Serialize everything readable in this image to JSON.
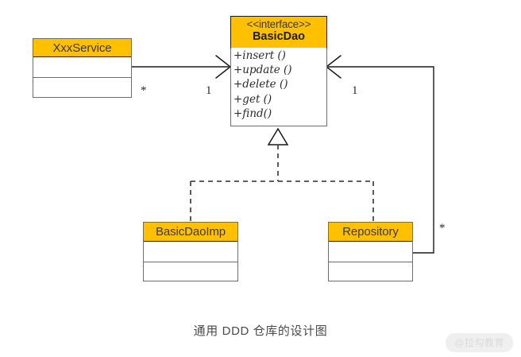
{
  "diagram": {
    "type": "uml-class-diagram",
    "caption": "通用 DDD 仓库的设计图",
    "watermark": "@拉勾教育",
    "colors": {
      "header_fill": "#ffc000",
      "box_fill": "#ffffff",
      "box_stroke": "#6e6e6e",
      "header_stroke": "#1a1a1a",
      "line": "#1a1a1a",
      "caption_text": "#4a4a4a",
      "watermark_bg": "#efefef",
      "watermark_text": "#dadada"
    },
    "classes": [
      {
        "id": "xxx-service",
        "name": "XxxService",
        "stereotype": "",
        "kind": "class",
        "attributes": [],
        "methods": [],
        "empty_compartments": 2
      },
      {
        "id": "basic-dao",
        "name": "BasicDao",
        "stereotype": "<<interface>>",
        "kind": "interface",
        "attributes": [],
        "methods": [
          "+insert ()",
          "+update ()",
          "+delete ()",
          "+get ()",
          "+find()"
        ],
        "empty_compartments": 0
      },
      {
        "id": "basic-dao-imp",
        "name": "BasicDaoImp",
        "stereotype": "",
        "kind": "class",
        "attributes": [],
        "methods": [],
        "empty_compartments": 2
      },
      {
        "id": "repository",
        "name": "Repository",
        "stereotype": "",
        "kind": "class",
        "attributes": [],
        "methods": [],
        "empty_compartments": 2
      }
    ],
    "relations": [
      {
        "id": "rel-service-dao",
        "type": "association",
        "from": "xxx-service",
        "to": "basic-dao",
        "arrow": "open-arrow",
        "source_multiplicity": "*",
        "target_multiplicity": "1"
      },
      {
        "id": "rel-repository-dao",
        "type": "association",
        "from": "repository",
        "to": "basic-dao",
        "arrow": "open-arrow",
        "source_multiplicity": "*",
        "target_multiplicity": "1"
      },
      {
        "id": "rel-imp-realizes-dao",
        "type": "realization",
        "from": "basic-dao-imp",
        "to": "basic-dao",
        "arrow": "hollow-triangle",
        "line_style": "dashed"
      },
      {
        "id": "rel-repository-realizes-dao",
        "type": "realization",
        "from": "repository",
        "to": "basic-dao",
        "arrow": "hollow-triangle",
        "line_style": "dashed"
      }
    ],
    "multiplicity_labels": [
      {
        "id": "mult-service-star",
        "text": "*"
      },
      {
        "id": "mult-dao-left-one",
        "text": "1"
      },
      {
        "id": "mult-dao-right-one",
        "text": "1"
      },
      {
        "id": "mult-repository-star",
        "text": "*"
      }
    ]
  }
}
